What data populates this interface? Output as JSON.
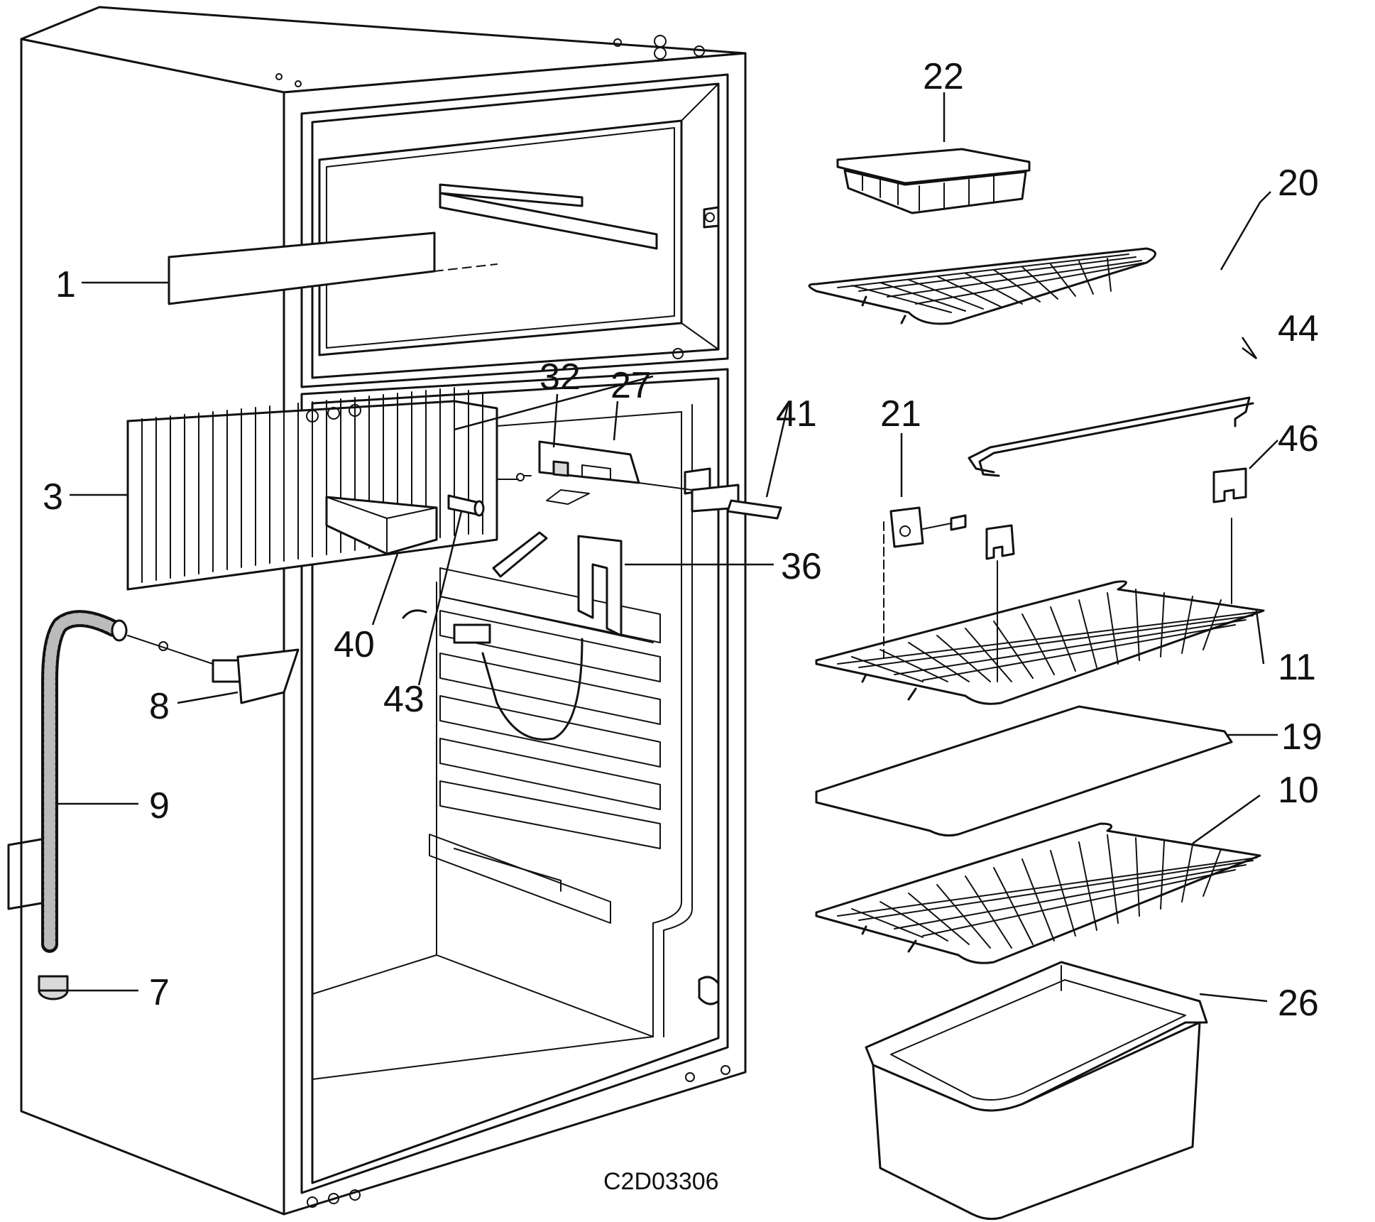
{
  "diagram": {
    "drawing_code": "C2D03306",
    "callouts": {
      "c1": "1",
      "c3": "3",
      "c7": "7",
      "c8": "8",
      "c9": "9",
      "c10": "10",
      "c11": "11",
      "c19": "19",
      "c20": "20",
      "c21": "21",
      "c22": "22",
      "c26": "26",
      "c27": "27",
      "c32": "32",
      "c36": "36",
      "c40": "40",
      "c41": "41",
      "c43": "43",
      "c44": "44",
      "c46": "46"
    }
  }
}
